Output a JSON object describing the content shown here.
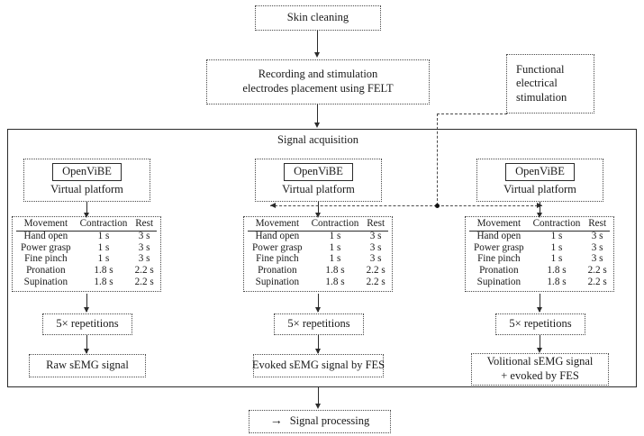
{
  "diagram": {
    "title_node": "Skin cleaning",
    "electrodes_node": {
      "line1": "Recording and stimulation",
      "line2": "electrodes placement using FELT"
    },
    "fes_node": {
      "line1": "Functional",
      "line2": "electrical",
      "line3": "stimulation"
    },
    "section_label": "Signal acquisition",
    "platform": {
      "chip_label": "OpenViBE",
      "caption": "Virtual platform"
    },
    "protocol_table": {
      "headers": [
        "Movement",
        "Contraction",
        "Rest"
      ],
      "rows": [
        [
          "Hand open",
          "1 s",
          "3 s"
        ],
        [
          "Power grasp",
          "1 s",
          "3 s"
        ],
        [
          "Fine pinch",
          "1 s",
          "3 s"
        ],
        [
          "Pronation",
          "1.8 s",
          "2.2 s"
        ],
        [
          "Supination",
          "1.8 s",
          "2.2 s"
        ]
      ]
    },
    "repetitions_label": "5× repetitions",
    "outputs": {
      "left": "Raw sEMG signal",
      "middle": "Evoked sEMG signal by FES",
      "right_line1": "Volitional sEMG signal",
      "right_line2": "+ evoked by FES"
    },
    "processing": {
      "arrow_glyph": "→",
      "label": "Signal processing"
    },
    "colors": {
      "ink": "#1a1a1a",
      "stroke_solid": "#2b2b2b",
      "stroke_dotted": "#4a4a4a",
      "background": "#ffffff"
    }
  }
}
